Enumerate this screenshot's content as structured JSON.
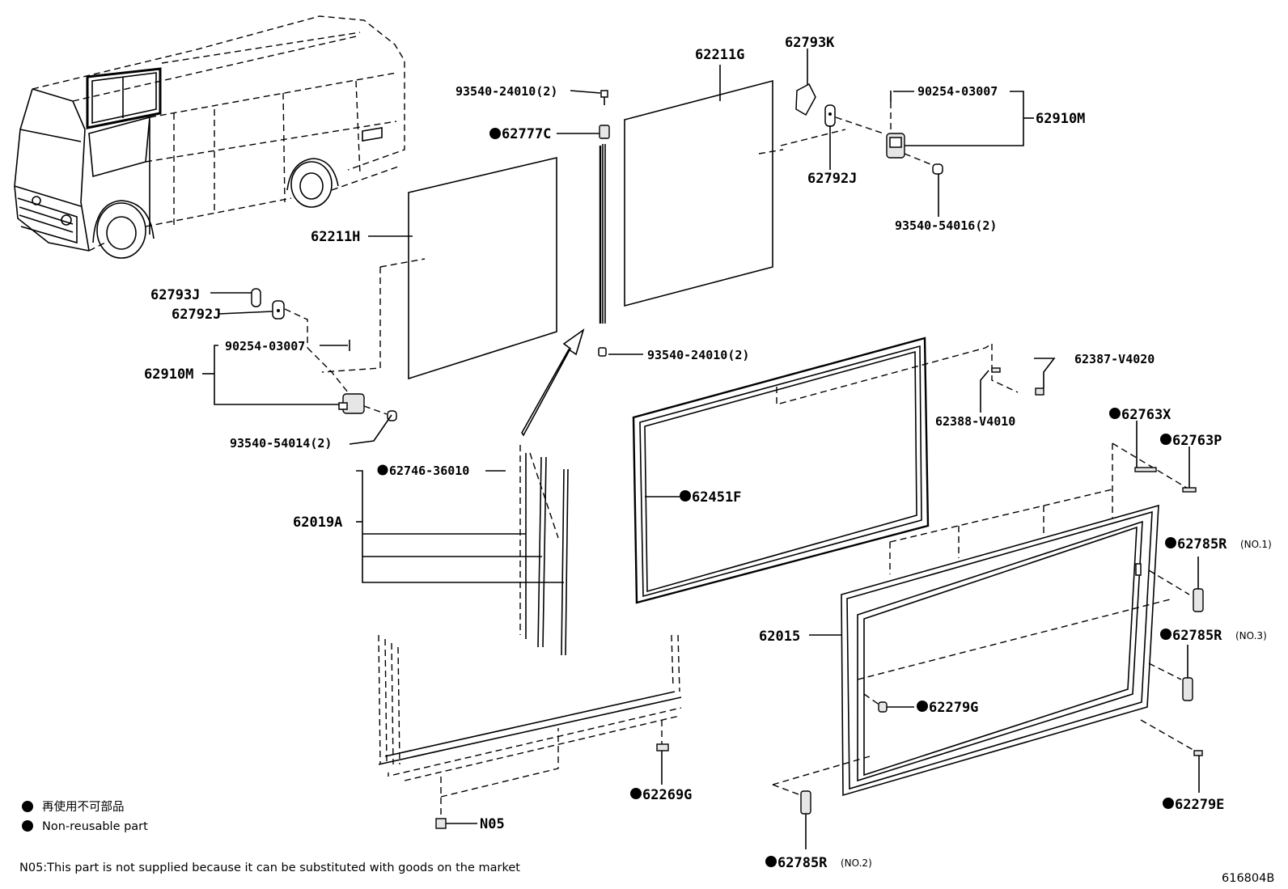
{
  "labels": {
    "p62211G": "62211G",
    "p62793K": "62793K",
    "p93540_24010_top": "93540-24010(2)",
    "p62777C": "62777C",
    "p90254_03007_right": "90254-03007",
    "p62910M_right": "62910M",
    "p62792J_right": "62792J",
    "p93540_54016": "93540-54016(2)",
    "p62211H": "62211H",
    "p62793J": "62793J",
    "p62792J_left": "62792J",
    "p90254_03007_left": "90254-03007",
    "p62910M_left": "62910M",
    "p93540_54014": "93540-54014(2)",
    "p93540_24010_bottom": "93540-24010(2)",
    "p62387_V4020": "62387-V4020",
    "p62388_V4010": "62388-V4010",
    "p62763X": "62763X",
    "p62763P": "62763P",
    "p62746_36010": "62746-36010",
    "p62451F": "62451F",
    "p62019A": "62019A",
    "p62785R_1": "62785R",
    "p62785R_1_no": "(NO.1)",
    "p62785R_3": "62785R",
    "p62785R_3_no": "(NO.3)",
    "p62015": "62015",
    "p62279G": "62279G",
    "p62269G": "62269G",
    "p62279E": "62279E",
    "pN05": "N05",
    "p62785R_2": "62785R",
    "p62785R_2_no": "(NO.2)"
  },
  "legend": {
    "jp": "再使用不可部品",
    "en": "Non-reusable part"
  },
  "note": "N05:This part is not supplied because it can be substituted with goods on the market",
  "diagram_id": "616804B"
}
